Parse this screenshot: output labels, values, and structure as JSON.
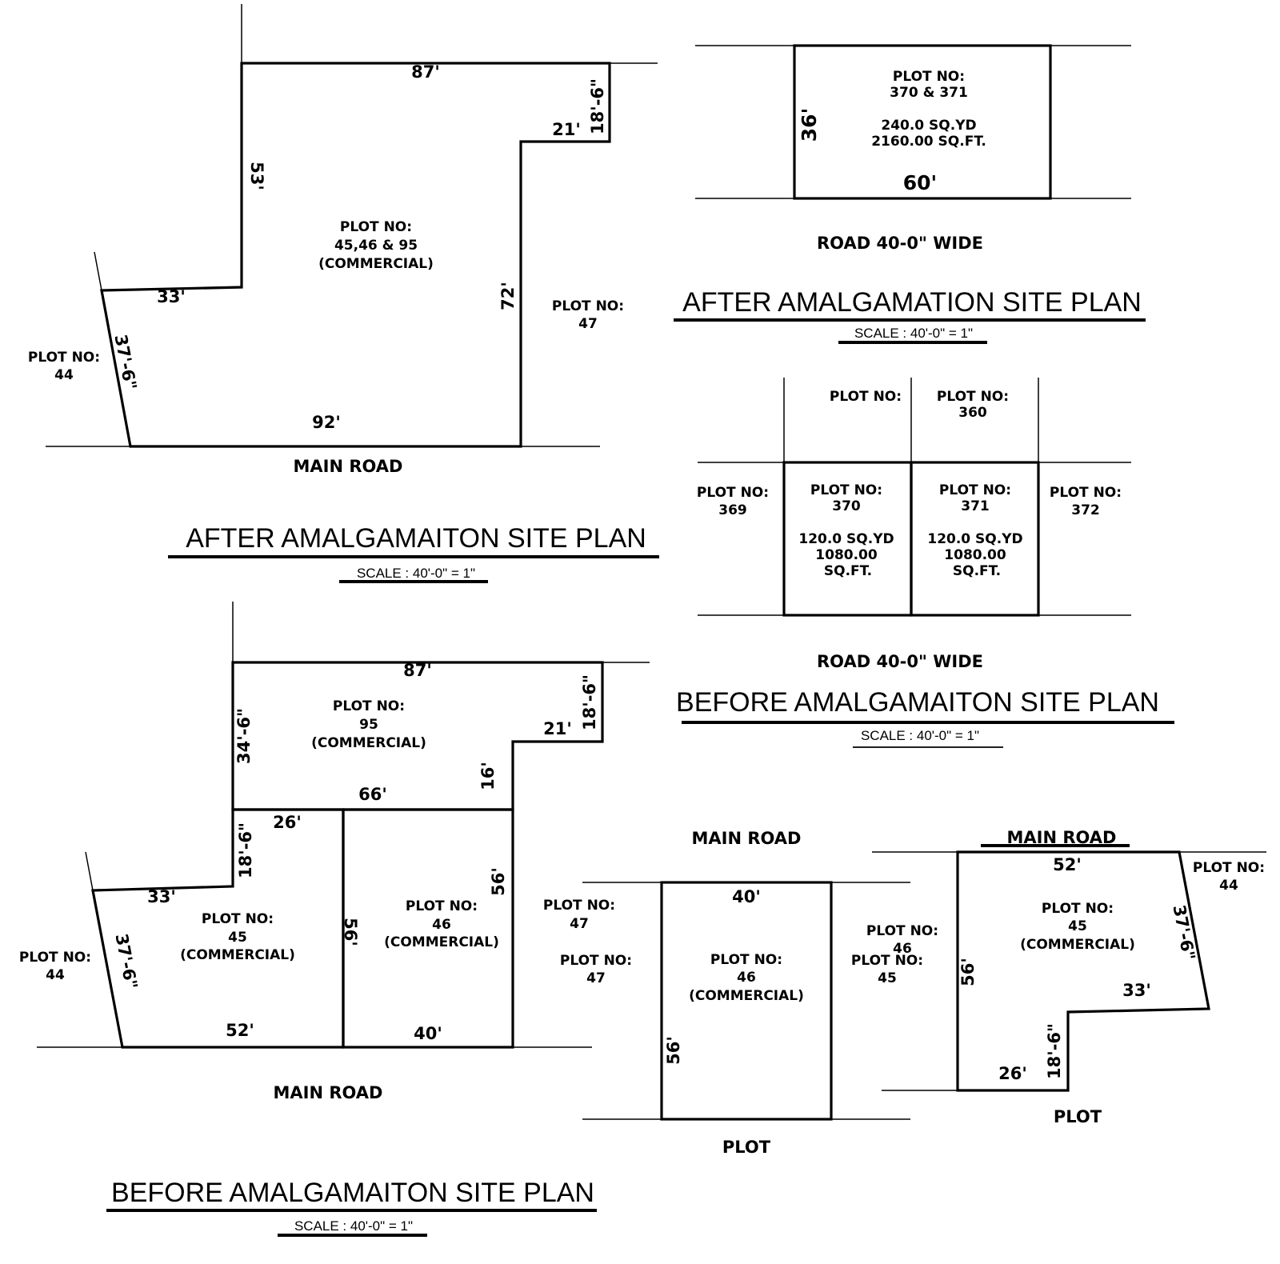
{
  "plans": {
    "after_left": {
      "title": "AFTER AMALGAMAITON SITE PLAN",
      "scale": "SCALE : 40'-0\" = 1\"",
      "road": "MAIN ROAD",
      "plot_label": [
        "PLOT NO:",
        "45,46 & 95",
        "(COMMERCIAL)"
      ],
      "neighbors": {
        "left": [
          "PLOT NO:",
          "44"
        ],
        "right": [
          "PLOT NO:",
          "47"
        ]
      },
      "dimensions": {
        "top": "87'",
        "right_short": "18'-6\"",
        "step": "21'",
        "left_upper": "53'",
        "left_step": "33'",
        "slant": "37'-6\"",
        "right_long": "72'",
        "bottom": "92'"
      }
    },
    "after_right": {
      "title": "AFTER AMALGAMATION SITE PLAN",
      "scale": "SCALE : 40'-0\" = 1\"",
      "road": "ROAD  40-0\" WIDE",
      "plot_label": [
        "PLOT NO:",
        "370 & 371",
        "240.0 SQ.YD",
        "2160.00 SQ.FT."
      ],
      "dimensions": {
        "side": "36'",
        "bottom": "60'"
      }
    },
    "before_right": {
      "title": "BEFORE AMALGAMAITON SITE PLAN",
      "scale": "SCALE : 40'-0\" = 1\"",
      "road": "ROAD  40-0\" WIDE",
      "top_cells": [
        [
          "PLOT NO:"
        ],
        [
          "PLOT NO:",
          "360"
        ]
      ],
      "plots": [
        {
          "lines": [
            "PLOT NO:",
            "370",
            "120.0 SQ.YD",
            "1080.00",
            "SQ.FT."
          ]
        },
        {
          "lines": [
            "PLOT NO:",
            "371",
            "120.0 SQ.YD",
            "1080.00",
            "SQ.FT."
          ]
        }
      ],
      "neighbors": {
        "left": [
          "PLOT NO:",
          "369"
        ],
        "right": [
          "PLOT NO:",
          "372"
        ]
      }
    },
    "before_left": {
      "title": "BEFORE AMALGAMAITON SITE PLAN",
      "scale": "SCALE : 40'-0\" = 1\"",
      "road": "MAIN ROAD",
      "plot95": [
        "PLOT NO:",
        "95",
        "(COMMERCIAL)"
      ],
      "plot45": [
        "PLOT NO:",
        "45",
        "(COMMERCIAL)"
      ],
      "plot46": [
        "PLOT NO:",
        "46",
        "(COMMERCIAL)"
      ],
      "neighbors": {
        "left": [
          "PLOT NO:",
          "44"
        ]
      },
      "dimensions": {
        "top": "87'",
        "right_short": "18'-6\"",
        "step": "21'",
        "left_95": "34'-6\"",
        "mid_95": "16'",
        "bottom_95": "66'",
        "top_45": "26'",
        "left_45": "18'-6\"",
        "step_45": "33'",
        "slant": "37'-6\"",
        "divider": "56'",
        "right_46": "56'",
        "bottom_45": "52'",
        "bottom_46": "40'"
      }
    },
    "plot46_detail": {
      "road_top": "MAIN ROAD",
      "road_bottom": "PLOT",
      "plot_label": [
        "PLOT NO:",
        "46",
        "(COMMERCIAL)"
      ],
      "neighbors": {
        "left_a": [
          "PLOT NO:",
          "47"
        ],
        "left_b": [
          "PLOT NO:",
          "47"
        ]
      },
      "dimensions": {
        "top": "40'",
        "side": "56'"
      }
    },
    "plot45_detail": {
      "road_top": "MAIN ROAD",
      "road_bottom": "PLOT",
      "plot_label": [
        "PLOT NO:",
        "45",
        "(COMMERCIAL)"
      ],
      "neighbors": {
        "left_a": [
          "PLOT NO:",
          "46"
        ],
        "left_b": [
          "PLOT NO:",
          "45"
        ],
        "right": [
          "PLOT NO:",
          "44"
        ]
      },
      "dimensions": {
        "top": "52'",
        "side": "56'",
        "slant": "37'-6\"",
        "step": "33'",
        "short": "18'-6\"",
        "bottom": "26'"
      }
    }
  }
}
